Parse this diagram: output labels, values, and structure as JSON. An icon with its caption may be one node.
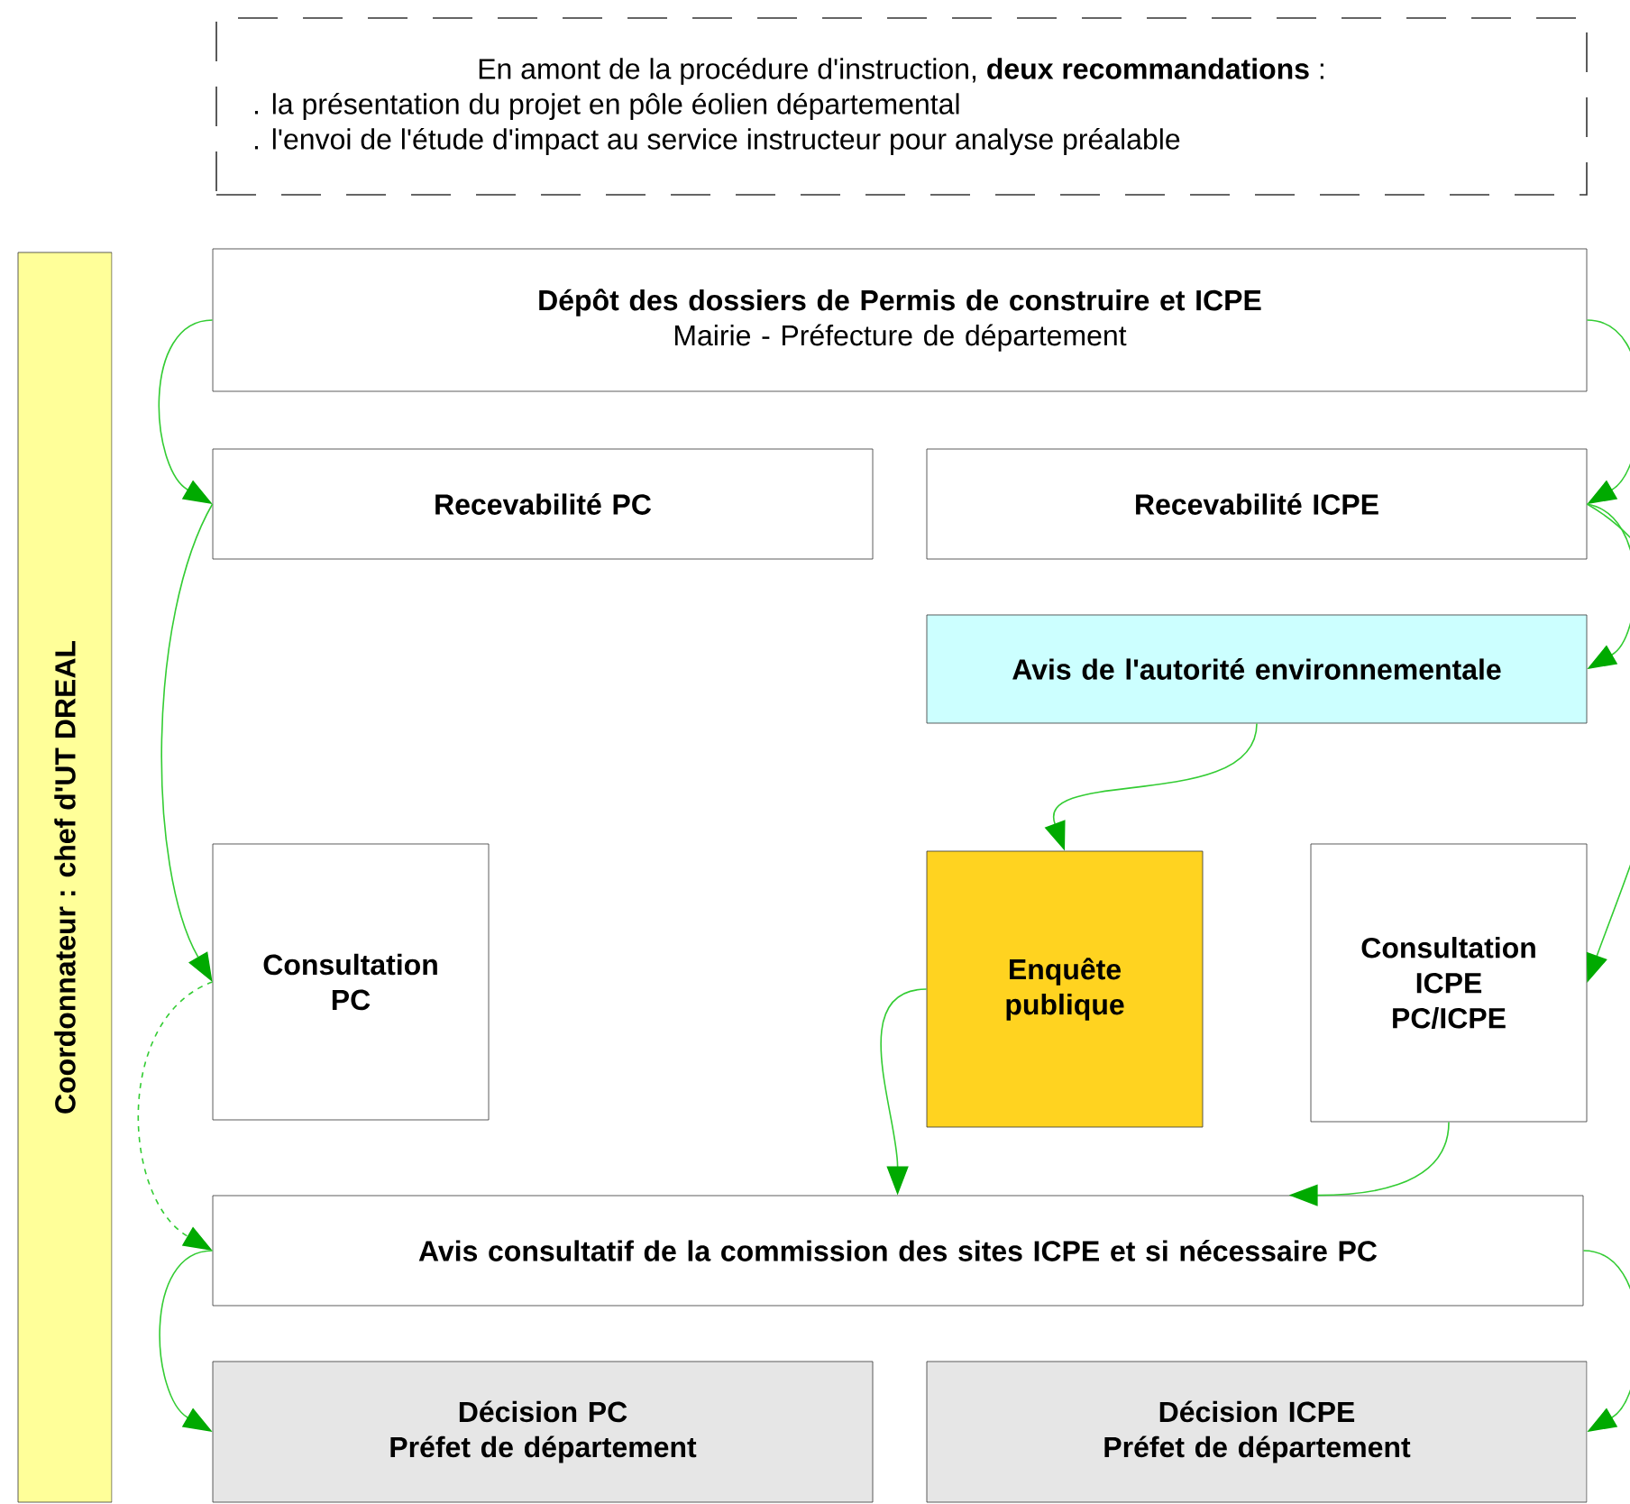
{
  "diagram": {
    "nodes": [
      {
        "text": [
          "En amont de la procédure d'instruction, **deux recommandations** :",
          ". la présentation du projet en pôle éolien départemental",
          ". l'envoi de l'étude d'impact au service instructeur pour analyse préalable"
        ]
      },
      {
        "text": [
          "Coordonnateur : chef d'UT DREAL"
        ]
      },
      {
        "text": [
          "Dépôt des dossiers de Permis de construire et ICPE",
          "Mairie - Préfecture de département"
        ]
      },
      {
        "text": [
          "Recevabilité PC"
        ]
      },
      {
        "text": [
          "Recevabilité ICPE"
        ]
      },
      {
        "text": [
          "Avis de l'autorité environnementale"
        ]
      },
      {
        "text": [
          "Consultation PC"
        ]
      },
      {
        "text": [
          "Enquête publique"
        ]
      },
      {
        "text": [
          "Consultation ICPE PC/ICPE"
        ]
      },
      {
        "text": [
          "Avis consultatif de la commission des sites ICPE et si nécessaire PC"
        ]
      },
      {
        "text": [
          "Décision PC",
          "Préfet de département"
        ]
      },
      {
        "text": [
          "Décision ICPE",
          "Préfet de département"
        ]
      }
    ],
    "edges": [
      {
        "from": 2,
        "to": 3,
        "arrow": "to"
      },
      {
        "from": 3,
        "to": 6,
        "arrow": "to"
      },
      {
        "from": 6,
        "to": 9,
        "arrow": "to",
        "style": "dashed"
      },
      {
        "from": 9,
        "to": 10,
        "arrow": "to"
      },
      {
        "from": 2,
        "to": 4,
        "arrow": "to"
      },
      {
        "from": 4,
        "to": 5,
        "arrow": "to"
      },
      {
        "from": 4,
        "to": 8,
        "arrow": "to"
      },
      {
        "from": 5,
        "to": 7,
        "arrow": "to"
      },
      {
        "from": 7,
        "to": 9,
        "arrow": "to"
      },
      {
        "from": 8,
        "to": 9,
        "arrow": "to"
      },
      {
        "from": 9,
        "to": 11,
        "arrow": "to"
      }
    ]
  }
}
